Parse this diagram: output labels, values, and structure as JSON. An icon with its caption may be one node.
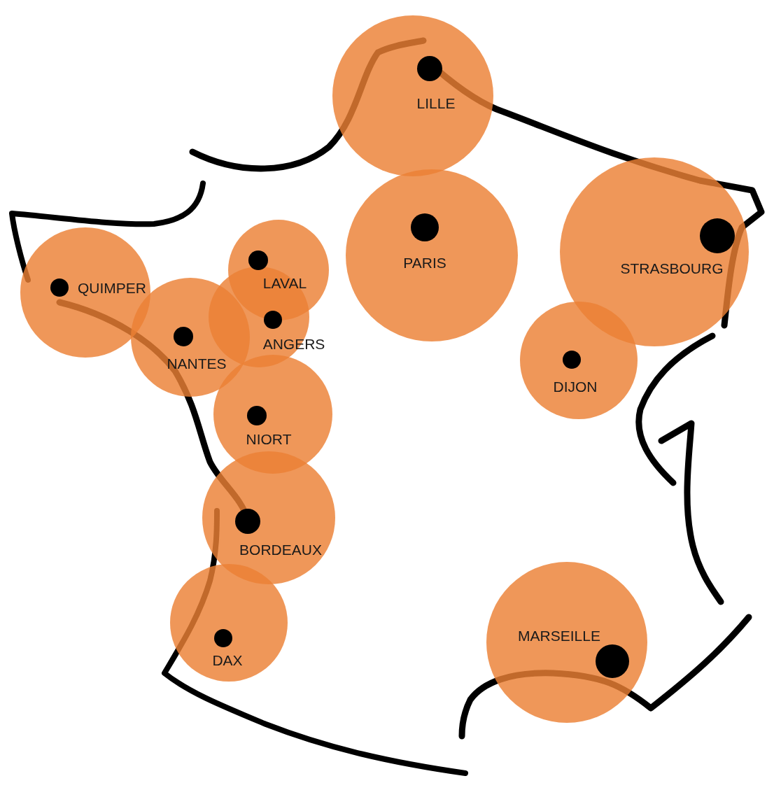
{
  "diagram": {
    "nodes": [
      {
        "text": [
          "LILLE"
        ]
      },
      {
        "text": [
          "PARIS"
        ]
      },
      {
        "text": [
          "STRASBOURG"
        ]
      },
      {
        "text": [
          "QUIMPER"
        ]
      },
      {
        "text": [
          "LAVAL"
        ]
      },
      {
        "text": [
          "ANGERS"
        ]
      },
      {
        "text": [
          "NANTES"
        ]
      },
      {
        "text": [
          "NIORT"
        ]
      },
      {
        "text": [
          "DIJON"
        ]
      },
      {
        "text": [
          "BORDEAUX"
        ]
      },
      {
        "text": [
          "DAX"
        ]
      },
      {
        "text": [
          "MARSEILLE"
        ]
      }
    ]
  }
}
